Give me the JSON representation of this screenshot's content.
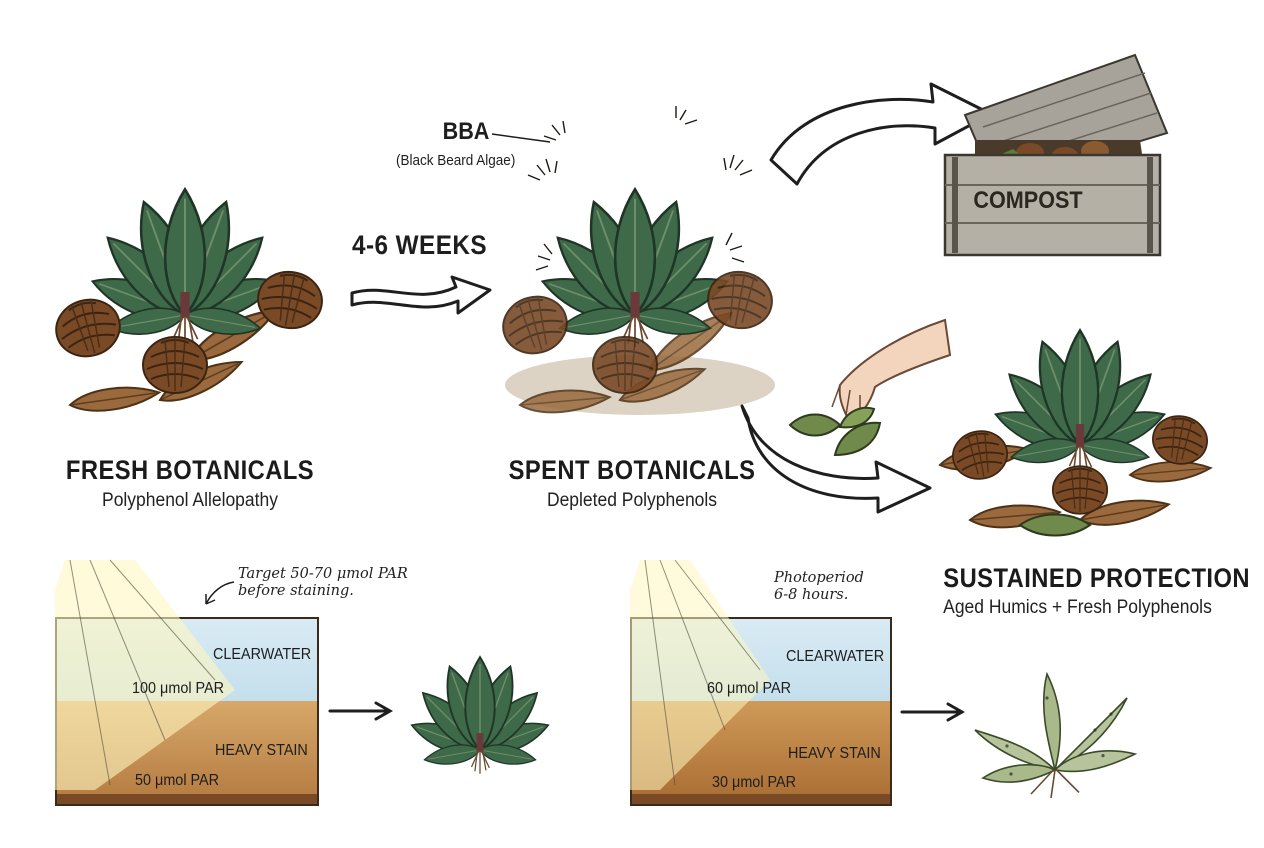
{
  "stage_fresh": {
    "title": "FRESH BOTANICALS",
    "subtitle": "Polyphenol Allelopathy"
  },
  "transition": {
    "duration": "4-6 WEEKS"
  },
  "stage_spent": {
    "title": "SPENT BOTANICALS",
    "subtitle": "Depleted Polyphenols",
    "callout_label": "BBA",
    "callout_detail": "(Black Beard Algae)"
  },
  "compost": {
    "label": "COMPOST"
  },
  "stage_sustained": {
    "title": "SUSTAINED PROTECTION",
    "subtitle": "Aged Humics + Fresh Polyphenols"
  },
  "tank_left": {
    "note_line1": "Target 50-70 μmol PAR",
    "note_line2": "before staining.",
    "clear_label": "CLEARWATER",
    "clear_par": "100 μmol PAR",
    "stain_label": "HEAVY STAIN",
    "stain_par": "50 μmol PAR",
    "outcome": "healthy plant"
  },
  "tank_right": {
    "note_line1": "Photoperiod",
    "note_line2": "6-8 hours.",
    "clear_label": "CLEARWATER",
    "clear_par": "60 μmol PAR",
    "stain_label": "HEAVY STAIN",
    "stain_par": "30 μmol PAR",
    "outcome": "algae-covered plant"
  },
  "colors": {
    "leaf": "#3f6a4a",
    "leaf_dark": "#24402d",
    "pinecone": "#7a4a26",
    "dry_leaf": "#9a6a3e",
    "clear_water": "#d6e8f2",
    "stained_water": "#c8955a",
    "algae": "#2a2a22"
  }
}
